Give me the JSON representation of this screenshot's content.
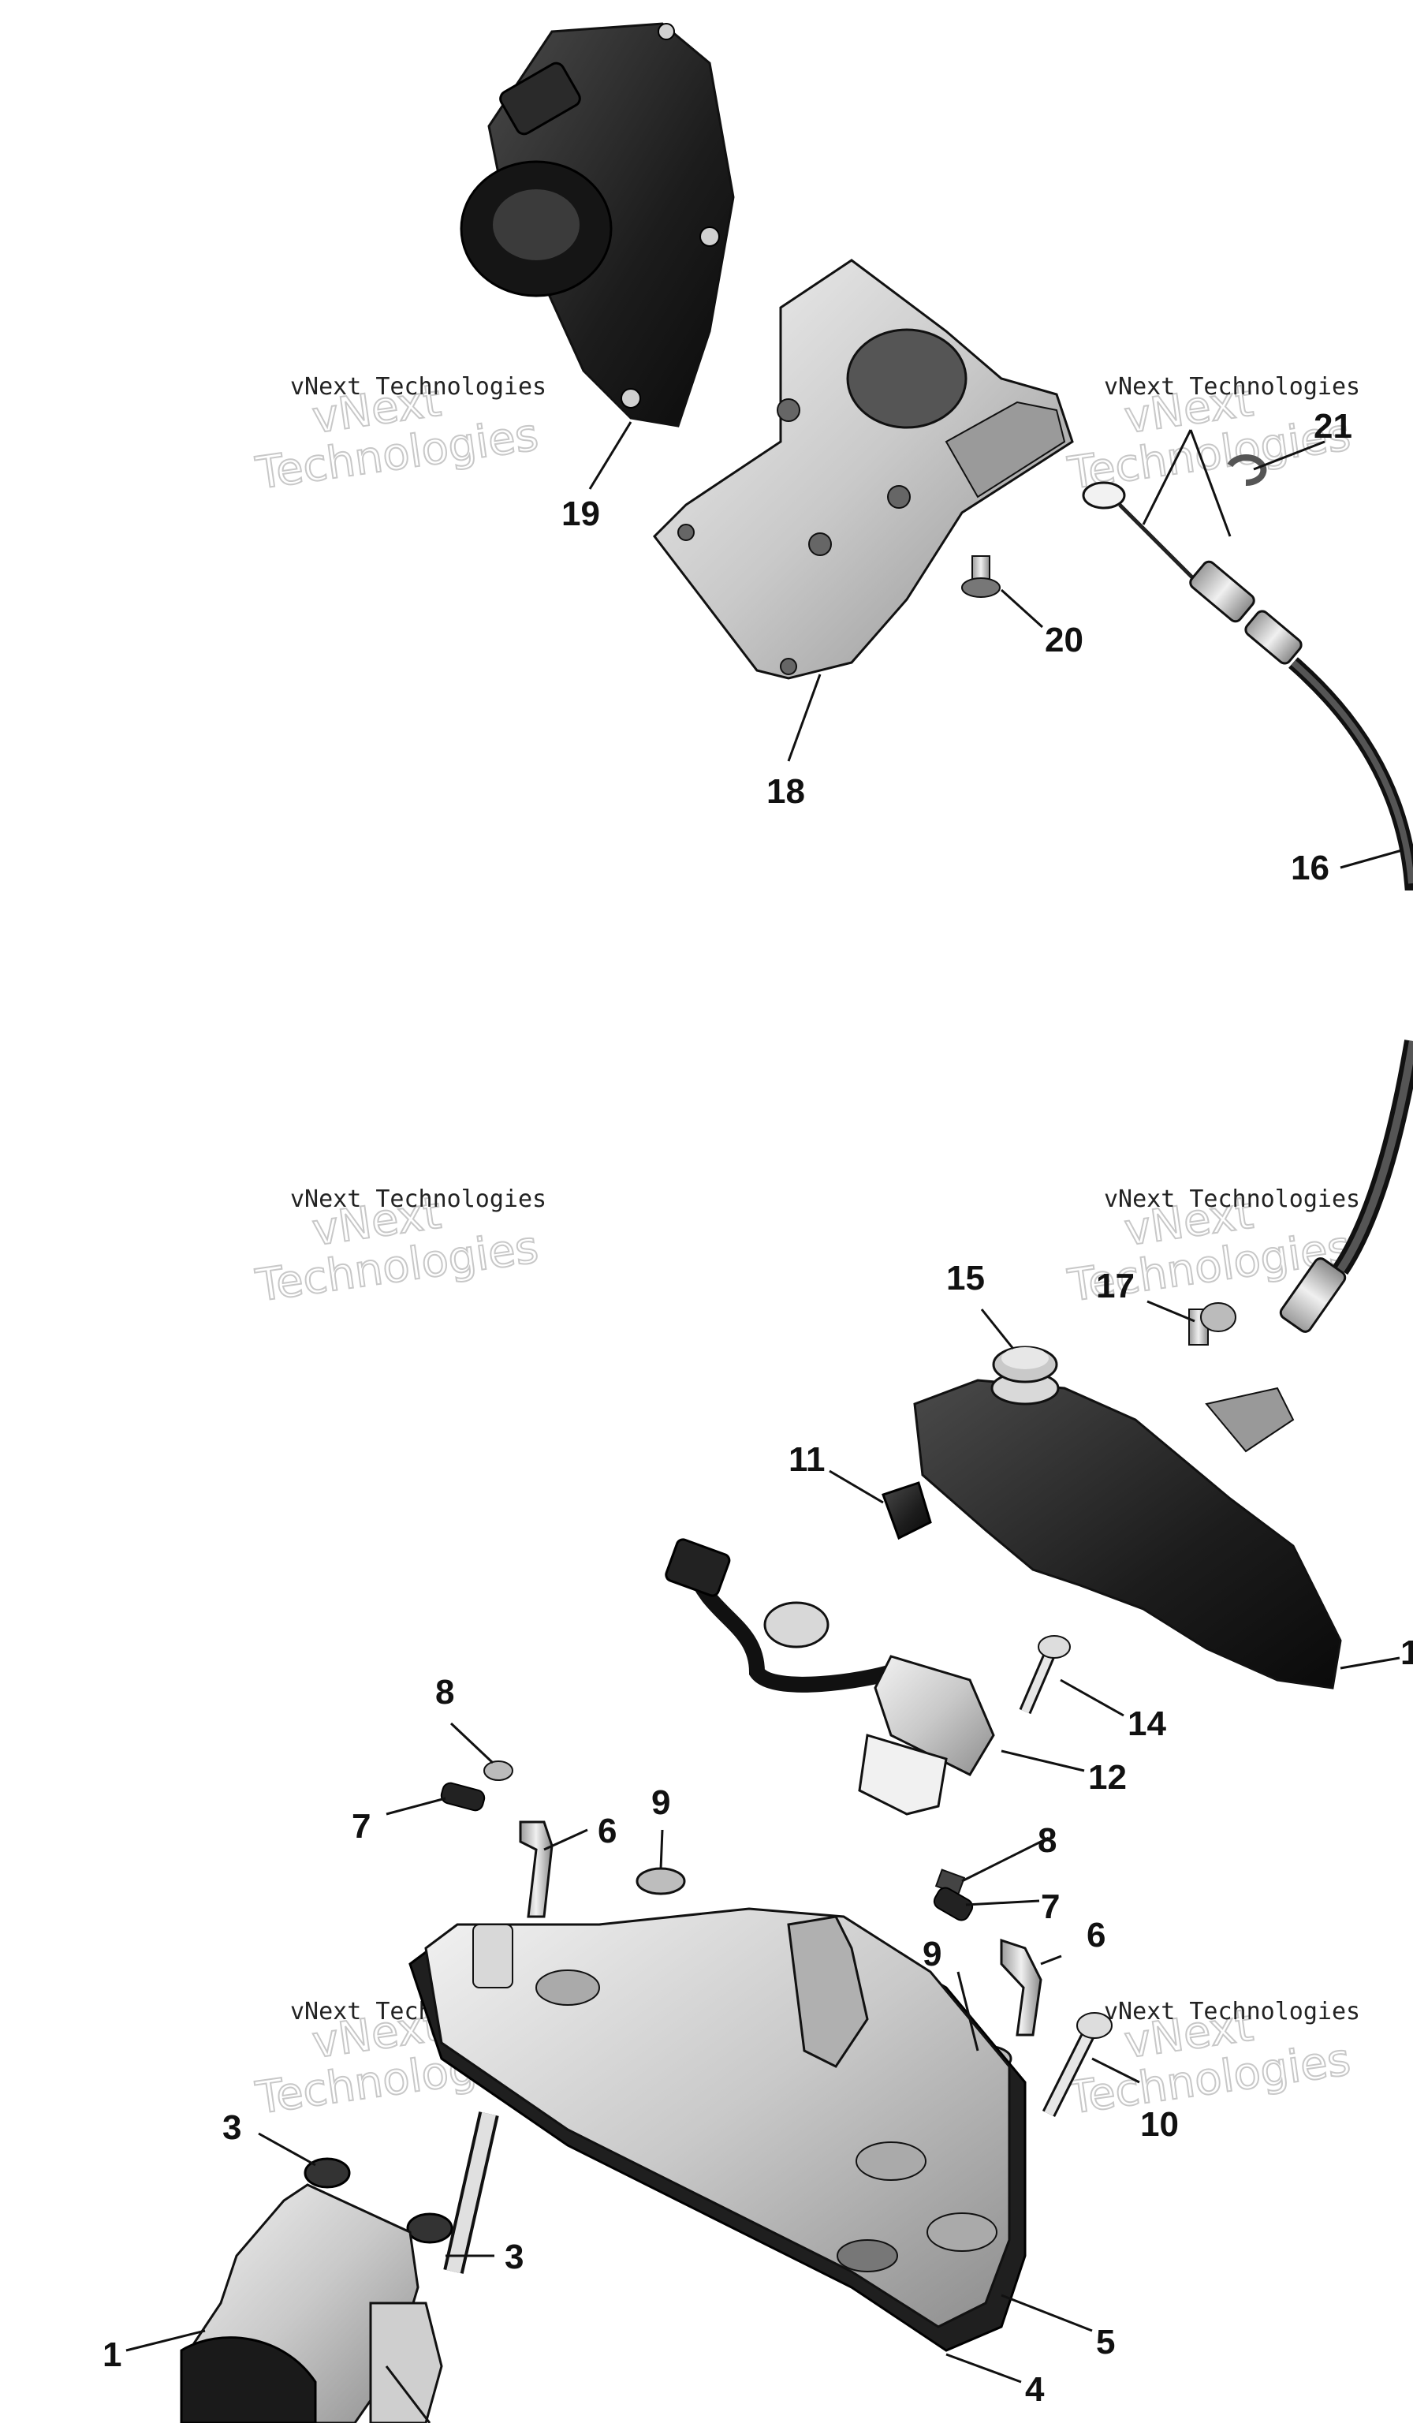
{
  "watermark": {
    "small_text": "vNext Technologies",
    "large_line1": "vNext",
    "large_line2": "Technologies"
  },
  "callouts": {
    "c1": "1",
    "c3a": "3",
    "c3b": "3",
    "c4": "4",
    "c5": "5",
    "c6a": "6",
    "c6b": "6",
    "c7a": "7",
    "c7b": "7",
    "c8a": "8",
    "c8b": "8",
    "c9a": "9",
    "c9b": "9",
    "c10": "10",
    "c11": "11",
    "c12": "12",
    "c13": "1",
    "c14": "14",
    "c15": "15",
    "c16": "16",
    "c17": "17",
    "c18": "18",
    "c19": "19",
    "c20": "20",
    "c21": "21"
  }
}
